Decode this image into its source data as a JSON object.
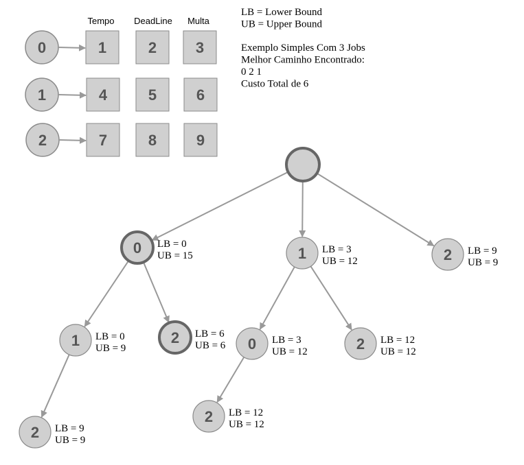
{
  "colors": {
    "fill": "#d0d0d0",
    "stroke": "#8a8a8a",
    "bold_stroke": "#666666",
    "edge": "#999999",
    "text": "#555555",
    "annotation": "#000000"
  },
  "legend": {
    "column_headers": [
      "Tempo",
      "DeadLine",
      "Multa"
    ],
    "jobs": [
      {
        "id": "0",
        "values": [
          "1",
          "2",
          "3"
        ]
      },
      {
        "id": "1",
        "values": [
          "4",
          "5",
          "6"
        ]
      },
      {
        "id": "2",
        "values": [
          "7",
          "8",
          "9"
        ]
      }
    ]
  },
  "info": {
    "lines": [
      "LB = Lower Bound",
      "UB = Upper Bound",
      "",
      "Exemplo Simples Com 3 Jobs",
      "Melhor Caminho Encontrado:",
      "0 2 1",
      "Custo Total de 6"
    ]
  },
  "tree": {
    "nodes": [
      {
        "id": "root",
        "label": "",
        "bold": true,
        "lb": "",
        "ub": ""
      },
      {
        "id": "n0",
        "label": "0",
        "bold": true,
        "lb": "LB = 0",
        "ub": "UB = 15"
      },
      {
        "id": "n1",
        "label": "1",
        "bold": false,
        "lb": "LB = 3",
        "ub": "UB = 12"
      },
      {
        "id": "n2",
        "label": "2",
        "bold": false,
        "lb": "LB = 9",
        "ub": "UB = 9"
      },
      {
        "id": "n01",
        "label": "1",
        "bold": false,
        "lb": "LB = 0",
        "ub": "UB = 9"
      },
      {
        "id": "n02",
        "label": "2",
        "bold": true,
        "lb": "LB = 6",
        "ub": "UB = 6"
      },
      {
        "id": "n10",
        "label": "0",
        "bold": false,
        "lb": "LB = 3",
        "ub": "UB = 12"
      },
      {
        "id": "n12",
        "label": "2",
        "bold": false,
        "lb": "LB = 12",
        "ub": "UB = 12"
      },
      {
        "id": "n012",
        "label": "2",
        "bold": false,
        "lb": "LB = 9",
        "ub": "UB = 9"
      },
      {
        "id": "n102",
        "label": "2",
        "bold": false,
        "lb": "LB = 12",
        "ub": "UB = 12"
      }
    ],
    "edges": [
      [
        "root",
        "n0"
      ],
      [
        "root",
        "n1"
      ],
      [
        "root",
        "n2"
      ],
      [
        "n0",
        "n01"
      ],
      [
        "n0",
        "n02"
      ],
      [
        "n1",
        "n10"
      ],
      [
        "n1",
        "n12"
      ],
      [
        "n01",
        "n012"
      ],
      [
        "n10",
        "n102"
      ]
    ]
  }
}
